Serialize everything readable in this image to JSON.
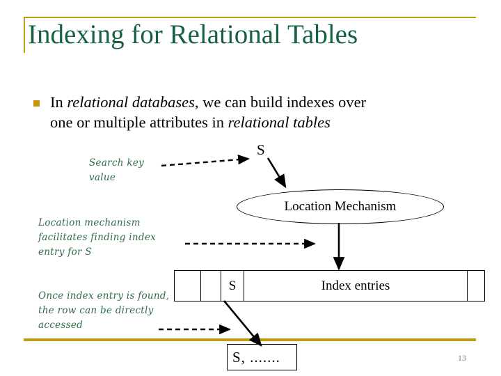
{
  "slide": {
    "title": "Indexing for Relational Tables",
    "page_number": "13",
    "accent_gold": "#bf9b16",
    "title_green": "#166141",
    "note_green": "#2f6b46",
    "bullet_gold": "#c8960c"
  },
  "body": {
    "bullet_glyph": "square-bullet",
    "line1_part1": "In ",
    "line1_em1": "relational databases",
    "line1_part2": ", we can build indexes over",
    "line2_part1": "one or multiple attributes in ",
    "line2_em1": "relational tables"
  },
  "annotations": {
    "search_key": "Search key value",
    "location_mechanism_note": "Location mechanism facilitates finding index entry for S",
    "once_found_note": "Once index entry is found, the row can be directly accessed"
  },
  "diagram": {
    "search_key_label": "S",
    "ellipse_label": "Location Mechanism",
    "index_table": {
      "cells": [
        "",
        "",
        "S",
        "Index entries",
        ""
      ]
    },
    "row_box_label": "S, ......."
  }
}
